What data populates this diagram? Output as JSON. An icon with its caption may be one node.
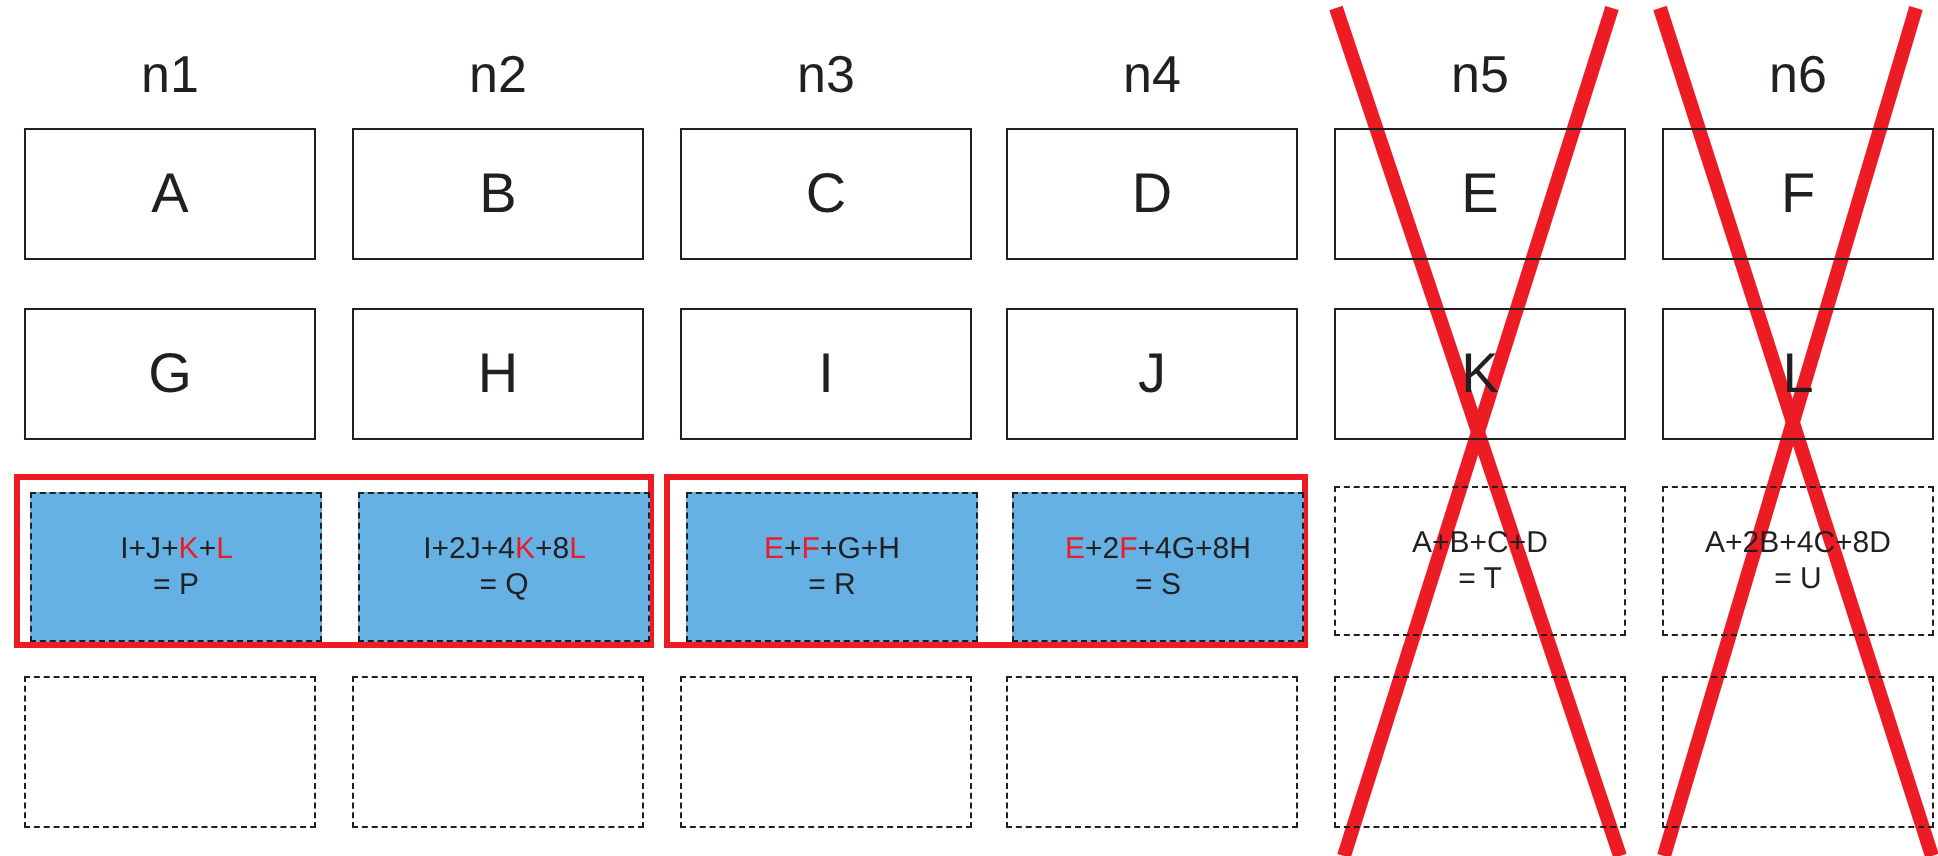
{
  "diagram": {
    "nodes": [
      {
        "text": [
          "A"
        ]
      },
      {
        "text": [
          "B"
        ]
      },
      {
        "text": [
          "C"
        ]
      },
      {
        "text": [
          "D"
        ]
      },
      {
        "text": [
          "E"
        ]
      },
      {
        "text": [
          "F"
        ]
      },
      {
        "text": [
          "G"
        ]
      },
      {
        "text": [
          "H"
        ]
      },
      {
        "text": [
          "I"
        ]
      },
      {
        "text": [
          "J"
        ]
      },
      {
        "text": [
          "K"
        ]
      },
      {
        "text": [
          "L"
        ]
      },
      {
        "text": [],
        "shape": "box"
      },
      {
        "text": [
          "I+J+**K**+**L** = P"
        ],
        "in": 12
      },
      {
        "text": [
          "I+2J+4**K**+8**L** = Q"
        ],
        "in": 12
      },
      {
        "text": [],
        "shape": "box"
      },
      {
        "text": [
          "**E**+**F**+G+H = R"
        ],
        "in": 15
      },
      {
        "text": [
          "**E**+2**F**+4G+8H = S"
        ],
        "in": 15
      },
      {
        "text": [
          "A+B+C+D = T"
        ]
      },
      {
        "text": [
          "A+2B+4C+8D = U"
        ]
      },
      {
        "text": [],
        "shape": "box"
      },
      {
        "text": [],
        "shape": "box"
      },
      {
        "text": [],
        "shape": "box"
      },
      {
        "text": [],
        "shape": "box"
      },
      {
        "text": [],
        "shape": "box"
      },
      {
        "text": [],
        "shape": "box"
      }
    ],
    "labels": [
      "n1",
      "n2",
      "n3",
      "n4",
      "n5",
      "n6"
    ]
  }
}
